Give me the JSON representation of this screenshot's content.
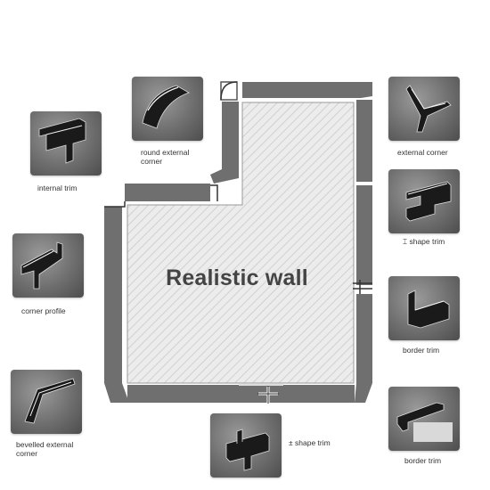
{
  "wall": {
    "title": "Realistic wall"
  },
  "profiles": [
    {
      "id": "internal-trim",
      "label": "internal trim"
    },
    {
      "id": "round-external-corner",
      "label": "round external\ncorner"
    },
    {
      "id": "external-corner",
      "label": "external corner"
    },
    {
      "id": "i-shape-trim",
      "label": "⌶  shape trim"
    },
    {
      "id": "corner-profile",
      "label": "corner profile"
    },
    {
      "id": "border-trim-1",
      "label": "border trim"
    },
    {
      "id": "bevelled-external-corner",
      "label": "bevelled external\ncorner"
    },
    {
      "id": "plus-shape-trim",
      "label": "±  shape trim"
    },
    {
      "id": "border-trim-2",
      "label": "border trim"
    }
  ],
  "colors": {
    "wall_fill": "#ebebeb",
    "wall_frame": "#7a7a7a",
    "profile_metal": "#1c1c1c",
    "thumb_background": "#7a7a7a"
  }
}
